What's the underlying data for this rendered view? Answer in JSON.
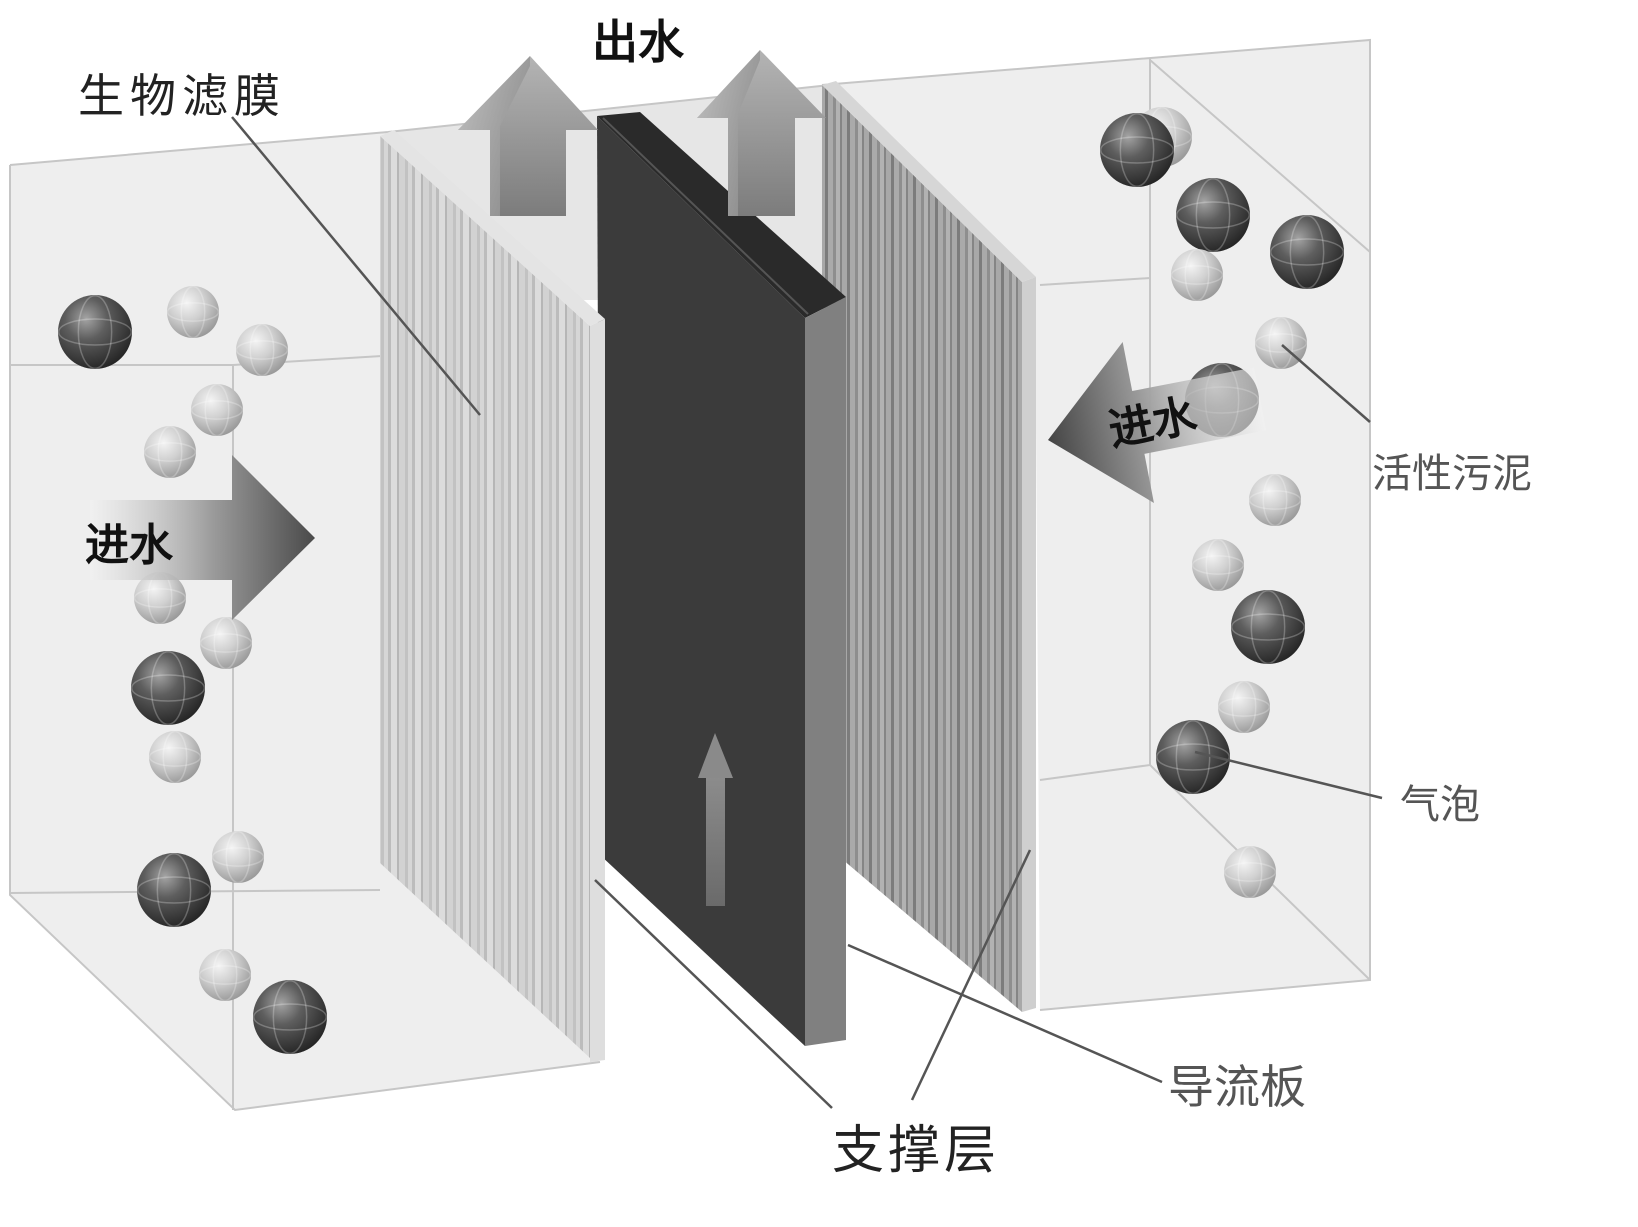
{
  "labels": {
    "outlet": "出水",
    "biofilm_membrane": "生物滤膜",
    "inlet_left": "进水",
    "inlet_right": "进水",
    "activated_sludge": "活性污泥",
    "air_bubble": "气泡",
    "guide_plate": "导流板",
    "support_layer": "支撑层"
  },
  "colors": {
    "background": "#ffffff",
    "tank": "#eeeeee",
    "guide_plate_front": "#3b3b3b",
    "guide_plate_side": "#808080",
    "leader_line": "#555555"
  }
}
